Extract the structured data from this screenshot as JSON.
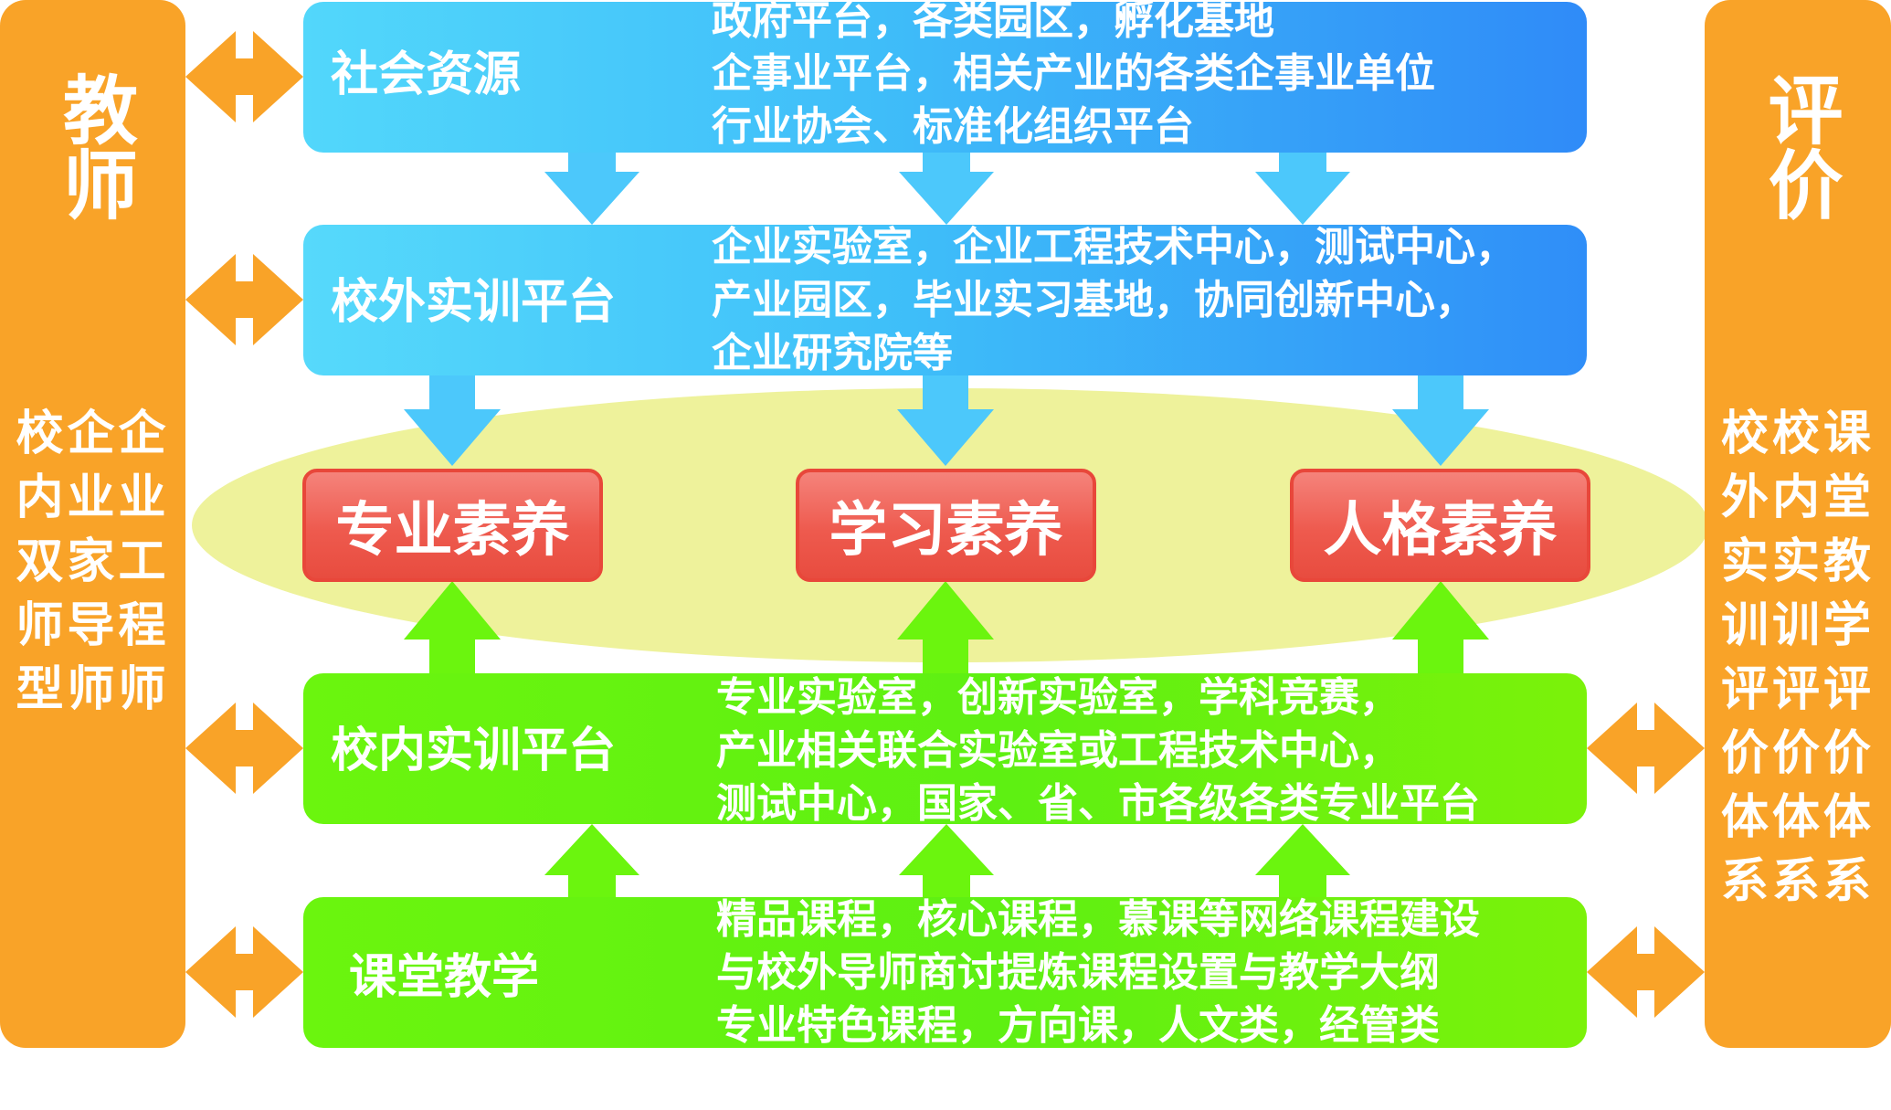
{
  "colors": {
    "orange": "#F9A328",
    "blue_start": "#52D7FB",
    "blue_end": "#2F8BF8",
    "green": "#6BF50E",
    "red": "#EE5A4E",
    "ellipse": "#EEF29B",
    "arrow_blue": "#4CC8FB",
    "arrow_green": "#6BF50E"
  },
  "left_panel": {
    "title_chars": [
      "教",
      "师"
    ],
    "grid_rows": [
      "校企企",
      "内业业",
      "双家工",
      "师导程",
      "型师师"
    ]
  },
  "right_panel": {
    "title_chars": [
      "评",
      "价"
    ],
    "grid_rows": [
      "校校课",
      "外内堂",
      "实实教",
      "训训学",
      "评评评",
      "价价价",
      "体体体",
      "系系系"
    ]
  },
  "social_resources": {
    "title": "社会资源",
    "lines": [
      "政府平台，各类园区，孵化基地",
      "企事业平台，相关产业的各类企事业单位",
      "行业协会、标准化组织平台"
    ]
  },
  "external_training": {
    "title": "校外实训平台",
    "lines": [
      "企业实验室，企业工程技术中心，测试中心，",
      "产业园区，毕业实习基地，协同创新中心，",
      "企业研究院等"
    ]
  },
  "literacies": [
    "专业素养",
    "学习素养",
    "人格素养"
  ],
  "internal_training": {
    "title": "校内实训平台",
    "lines": [
      "专业实验室，创新实验室，学科竞赛，",
      "产业相关联合实验室或工程技术中心，",
      "测试中心，国家、省、市各级各类专业平台"
    ]
  },
  "classroom": {
    "title": "课堂教学",
    "lines": [
      "精品课程，核心课程，慕课等网络课程建设",
      "与校外导师商讨提炼课程设置与教学大纲",
      "专业特色课程，方向课，人文类，经管类"
    ]
  }
}
